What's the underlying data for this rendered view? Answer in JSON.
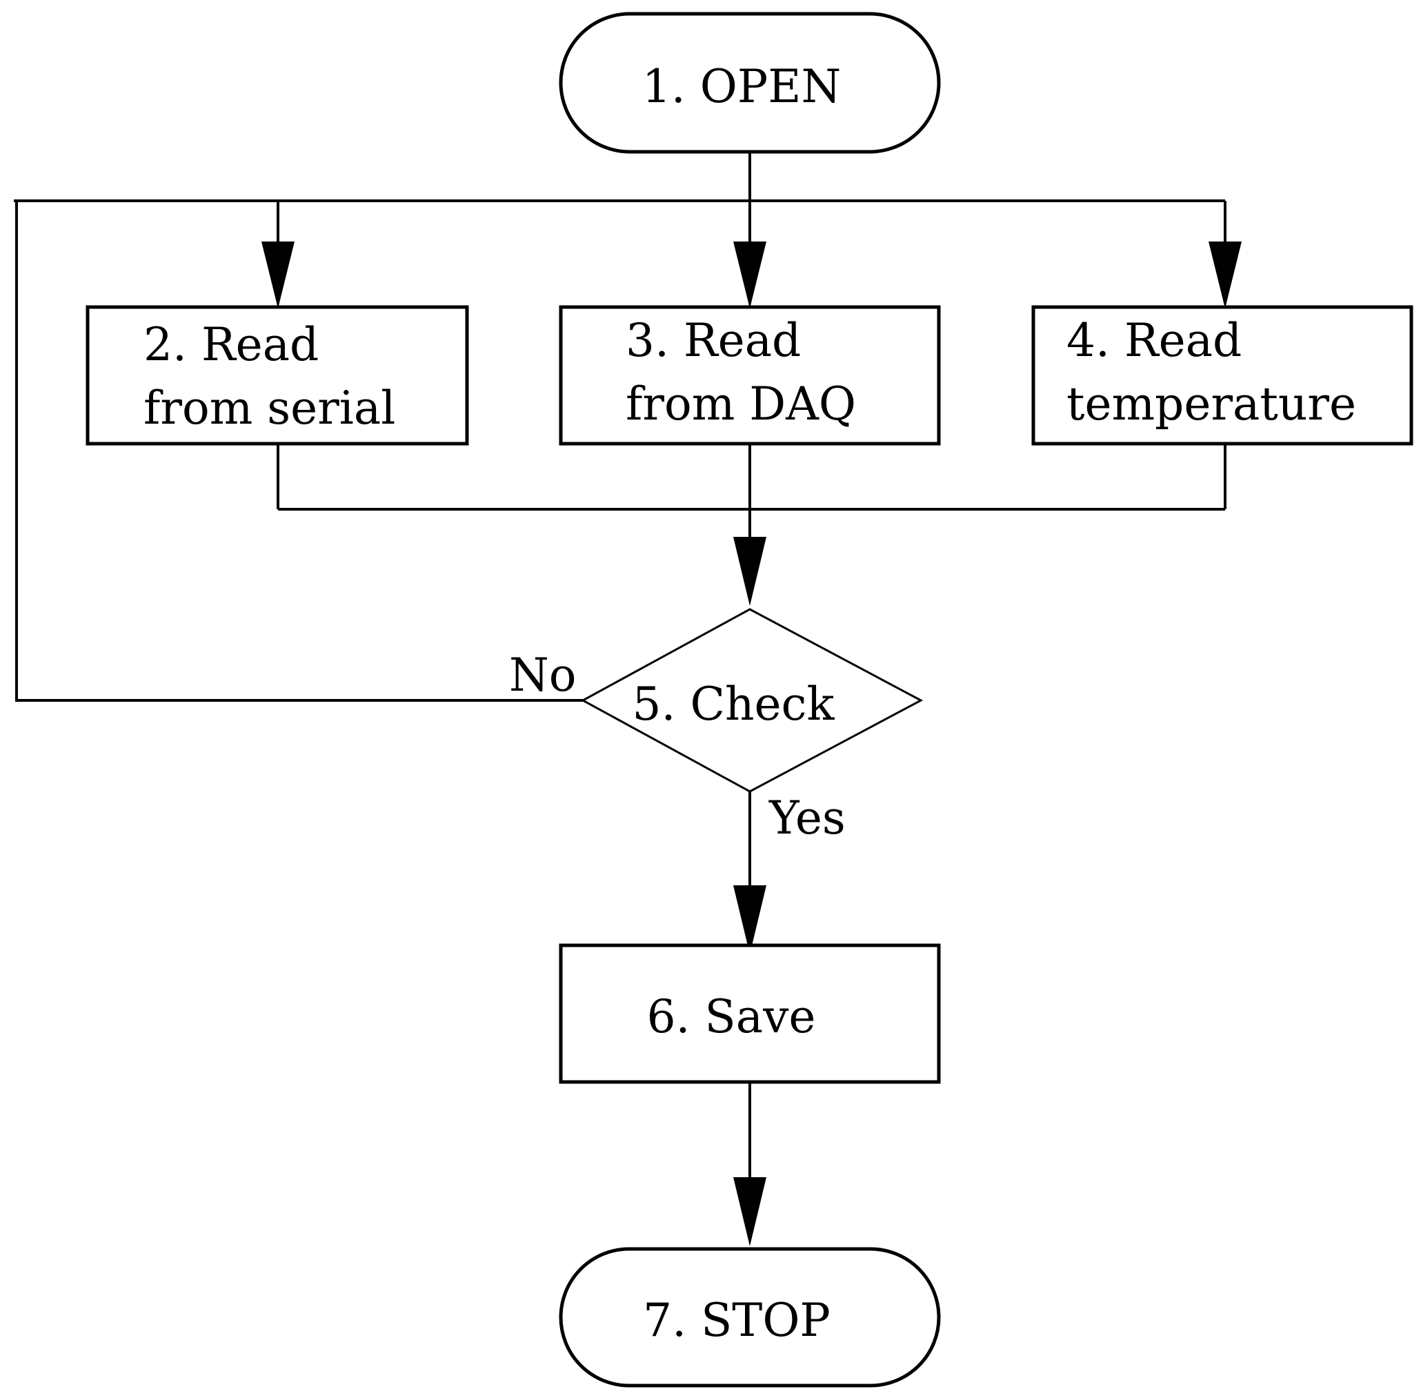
{
  "nodes": {
    "open": {
      "label": "1. OPEN"
    },
    "read_serial": {
      "line1": "2. Read",
      "line2": "from serial"
    },
    "read_daq": {
      "line1": "3. Read",
      "line2": "from DAQ"
    },
    "read_temperature": {
      "line1": "4. Read",
      "line2": "temperature"
    },
    "check": {
      "label": "5. Check"
    },
    "save": {
      "label": "6. Save"
    },
    "stop": {
      "label": "7. STOP"
    }
  },
  "edges": {
    "no_label": "No",
    "yes_label": "Yes"
  }
}
